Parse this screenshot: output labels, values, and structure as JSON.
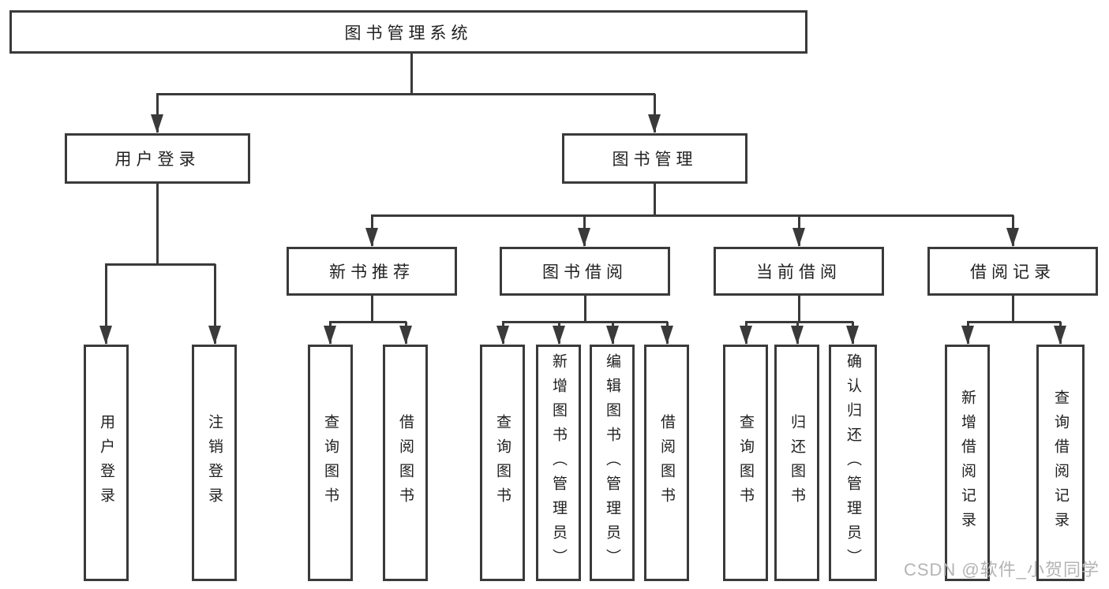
{
  "nodes": {
    "root": "图书管理系统",
    "user_login": "用户登录",
    "book_management": "图书管理",
    "new_book_recommend": "新书推荐",
    "book_borrow": "图书借阅",
    "current_borrow": "当前借阅",
    "borrow_records": "借阅记录",
    "user_login_leaf": "用户登录",
    "logout_leaf": "注销登录",
    "query_book_a": "查询图书",
    "borrow_book_a": "借阅图书",
    "query_book_b": "查询图书",
    "add_book_admin": "新增图书（管理员）",
    "edit_book_admin": "编辑图书（管理员）",
    "borrow_book_b": "借阅图书",
    "query_book_c": "查询图书",
    "return_book": "归还图书",
    "confirm_return_admin": "确认归还（管理员）",
    "add_borrow_record": "新增借阅记录",
    "query_borrow_record": "查询借阅记录"
  },
  "edges": [
    {
      "from": "root",
      "to": [
        "user_login",
        "book_management"
      ]
    },
    {
      "from": "user_login",
      "to": [
        "user_login_leaf",
        "logout_leaf"
      ]
    },
    {
      "from": "book_management",
      "to": [
        "new_book_recommend",
        "book_borrow",
        "current_borrow",
        "borrow_records"
      ]
    },
    {
      "from": "new_book_recommend",
      "to": [
        "query_book_a",
        "borrow_book_a"
      ]
    },
    {
      "from": "book_borrow",
      "to": [
        "query_book_b",
        "add_book_admin",
        "edit_book_admin",
        "borrow_book_b"
      ]
    },
    {
      "from": "current_borrow",
      "to": [
        "query_book_c",
        "return_book",
        "confirm_return_admin"
      ]
    },
    {
      "from": "borrow_records",
      "to": [
        "add_borrow_record",
        "query_borrow_record"
      ]
    }
  ],
  "colors": {
    "line": "#3a3a3a",
    "watermark": "#b4b4b4"
  },
  "watermark": "CSDN @软件_小贺同学"
}
